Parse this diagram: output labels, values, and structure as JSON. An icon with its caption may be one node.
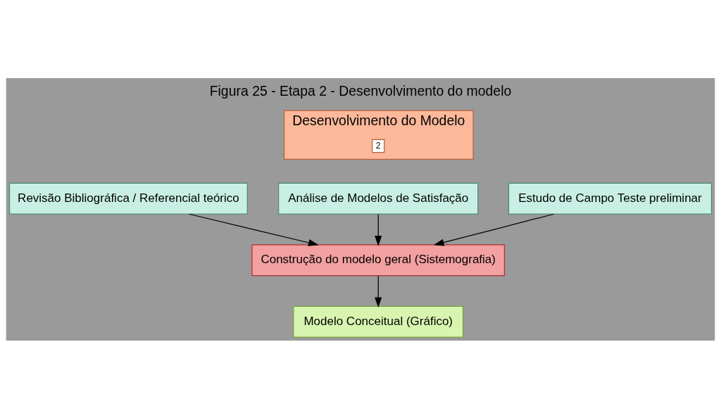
{
  "diagram": {
    "title": "Figura 25 - Etapa 2 - Desenvolvimento do modelo",
    "nodes": [
      {
        "text": [
          "Desenvolvimento do Modelo"
        ]
      },
      {
        "text": [
          "2"
        ],
        "in": 0
      },
      {
        "text": [
          "Revisão Bibliográfica / Referencial teórico"
        ]
      },
      {
        "text": [
          "Análise de Modelos de Satisfação"
        ]
      },
      {
        "text": [
          "Estudo de Campo Teste preliminar"
        ]
      },
      {
        "text": [
          "Construção do modelo geral (Sistemografia)"
        ]
      },
      {
        "text": [
          "Modelo Conceitual (Gráfico)"
        ]
      }
    ],
    "edges": [
      {
        "from": 2,
        "to": 5,
        "arrow": "to"
      },
      {
        "from": 3,
        "to": 5,
        "arrow": "to"
      },
      {
        "from": 4,
        "to": 5,
        "arrow": "to"
      },
      {
        "from": 5,
        "to": 6,
        "arrow": "to"
      }
    ]
  }
}
